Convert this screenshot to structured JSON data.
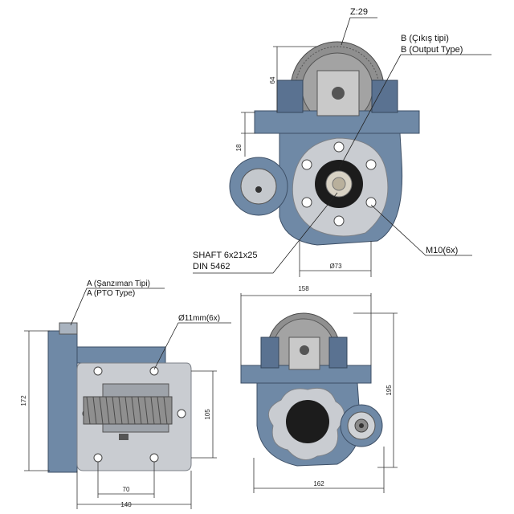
{
  "labels": {
    "teeth": "Z:29",
    "output_type_tr": "B (Çıkış tipi)",
    "output_type_en": "B (Output Type)",
    "shaft_line1": "SHAFT 6x21x25",
    "shaft_line2": "DIN 5462",
    "bolt_thread": "M10(6x)",
    "trans_type_tr": "A (Şanzıman Tipi)",
    "pto_type_en": "A (PTO Type)",
    "hole_dia": "Ø11mm(6x)"
  },
  "dimensions": {
    "d64": "64",
    "d18": "18",
    "d73": "Ø73",
    "d158": "158",
    "d195": "195",
    "d162": "162",
    "d172": "172",
    "d105": "105",
    "d70": "70",
    "d140": "140"
  },
  "colors": {
    "housing": "#6f89a6",
    "plate": "#c9ccd1",
    "gear": "#8f8f8f"
  }
}
